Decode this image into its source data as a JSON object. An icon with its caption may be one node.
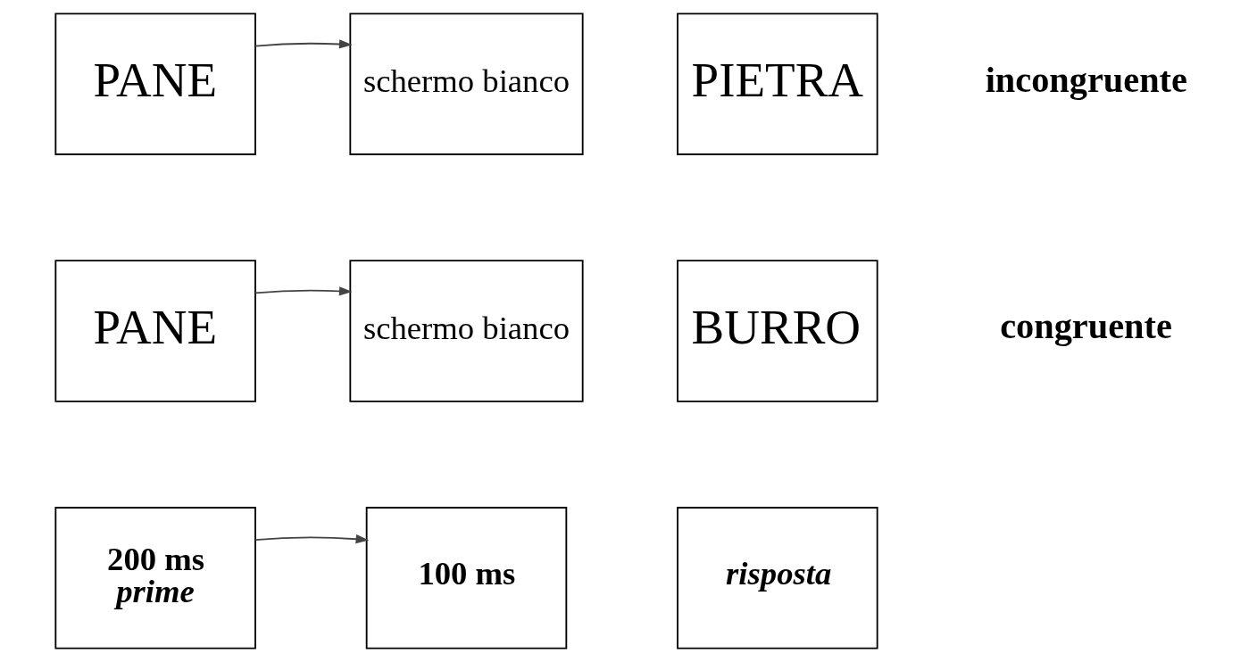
{
  "diagram": {
    "nodes": [
      {
        "text": [
          "200 ms",
          "prime"
        ]
      },
      {
        "text": [
          "100 ms"
        ]
      },
      {
        "text": [
          "risposta"
        ]
      },
      {
        "text": [
          "PANE"
        ]
      },
      {
        "text": [
          "schermo bianco"
        ]
      },
      {
        "text": [
          "BURRO"
        ],
        "beside": [
          "congruente"
        ]
      },
      {
        "text": [
          "PANE"
        ]
      },
      {
        "text": [
          "schermo bianco"
        ]
      },
      {
        "text": [
          "PIETRA"
        ],
        "beside": [
          "incongruente"
        ]
      }
    ],
    "edges": [
      {
        "from": 0,
        "to": 1,
        "arrow": "to"
      },
      {
        "from": 3,
        "to": 4,
        "arrow": "to"
      },
      {
        "from": 6,
        "to": 7,
        "arrow": "to"
      }
    ]
  }
}
